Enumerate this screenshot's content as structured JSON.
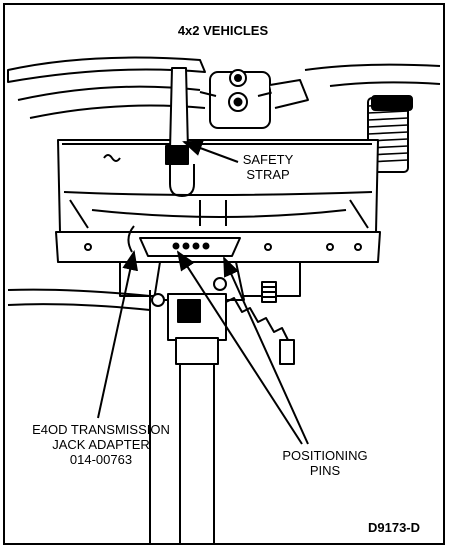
{
  "title": "4x2 VEHICLES",
  "callouts": {
    "safety_strap": [
      "SAFETY",
      "STRAP"
    ],
    "jack_adapter": [
      "E4OD TRANSMISSION",
      "JACK ADAPTER",
      "014-00763"
    ],
    "positioning_pins": [
      "POSITIONING",
      "PINS"
    ]
  },
  "figure_id": "D9173-D"
}
